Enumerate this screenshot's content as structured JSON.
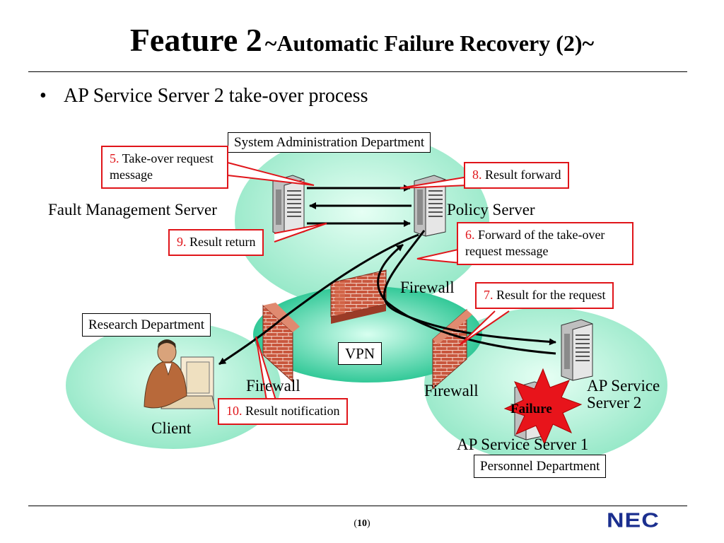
{
  "title": {
    "main": "Feature 2",
    "sub": "~Automatic Failure Recovery (2)~"
  },
  "bullet": {
    "marker": "•",
    "text": "AP Service Server 2 take-over process"
  },
  "departments": {
    "sysadmin": "System Administration Department",
    "research": "Research Department",
    "personnel": "Personnel Department"
  },
  "vpn_label": "VPN",
  "nodes": {
    "fault_mgmt": "Fault Management Server",
    "policy": "Policy Server",
    "client": "Client",
    "ap1": "AP Service Server 1",
    "ap2_line1": "AP Service",
    "ap2_line2": "Server 2",
    "firewall_top": "Firewall",
    "firewall_left": "Firewall",
    "firewall_right": "Firewall"
  },
  "failure_label": "Failure",
  "steps": {
    "s5": {
      "num": "5.",
      "text": "Take-over request message"
    },
    "s6": {
      "num": "6.",
      "text": "Forward of the take-over request message"
    },
    "s7": {
      "num": "7.",
      "text": "Result for the request"
    },
    "s8": {
      "num": "8.",
      "text": "Result forward"
    },
    "s9": {
      "num": "9.",
      "text": "Result return"
    },
    "s10": {
      "num": "10.",
      "text": "Result notification"
    }
  },
  "footer": {
    "open": "(",
    "page": "10",
    "close": ")"
  },
  "logo": "NEC",
  "colors": {
    "zone_fill": "#b3f0d9",
    "vpn_fill": "#2fcfa0",
    "callout_border": "#e0151a",
    "step_number": "#e0151a",
    "brick": "#c8553b",
    "failure_burst": "#e8141b",
    "logo": "#1b2f8f"
  }
}
